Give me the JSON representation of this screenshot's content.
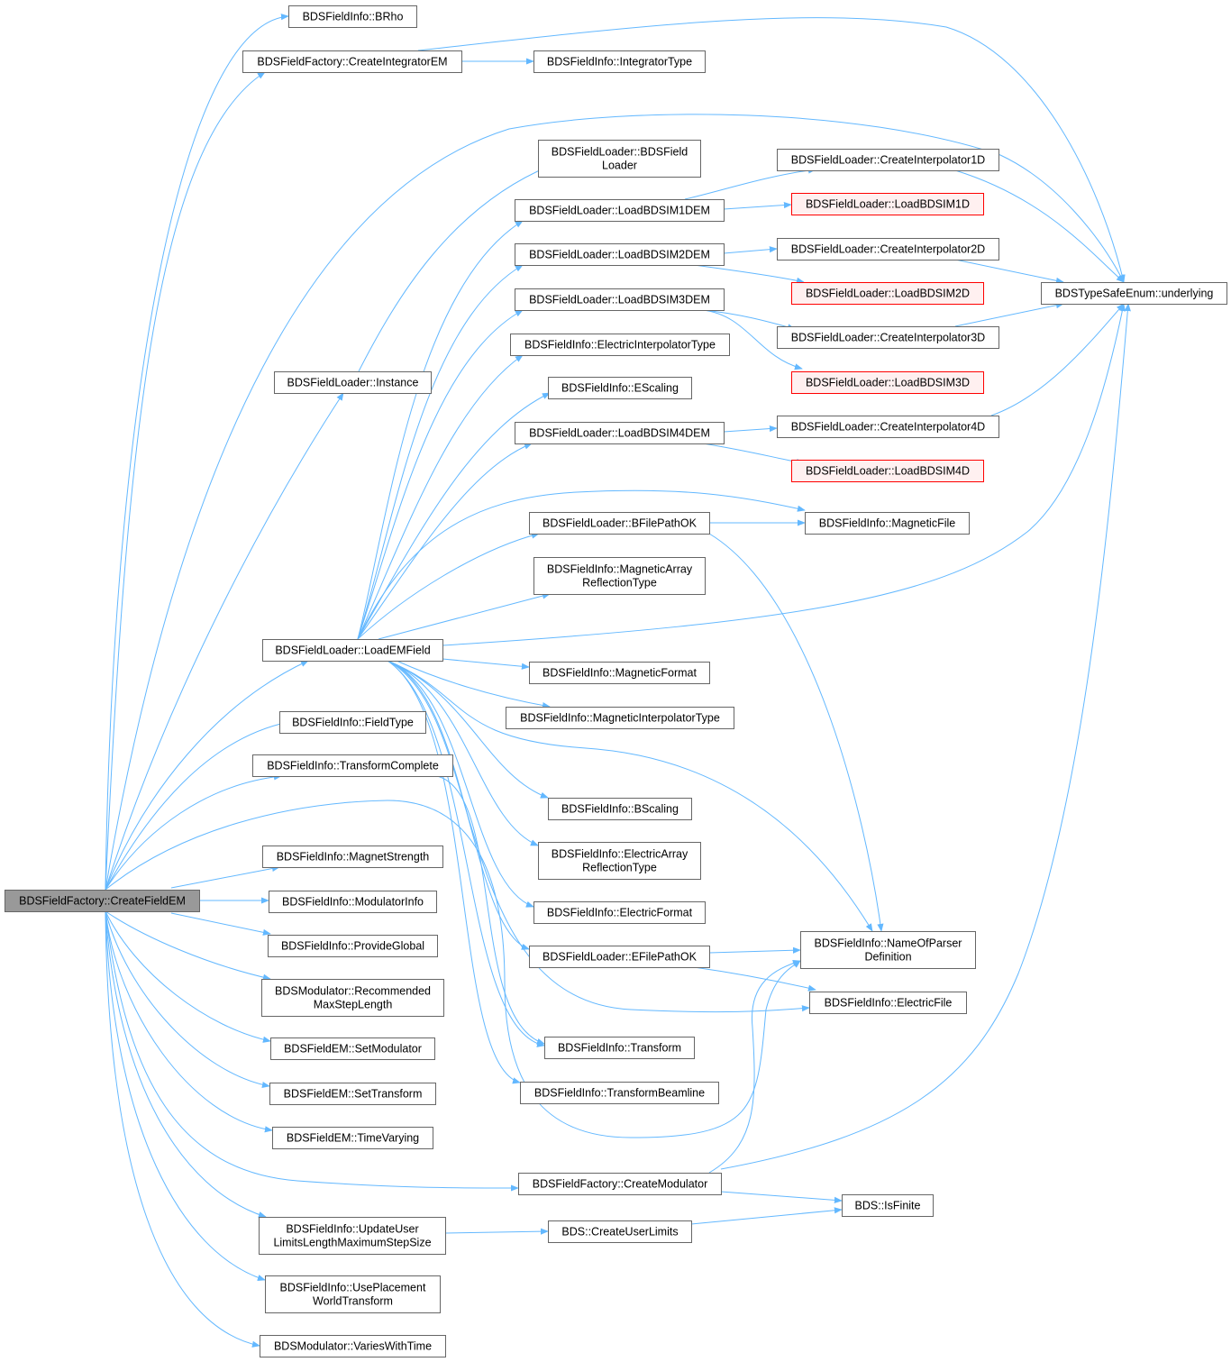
{
  "graph": {
    "colors": {
      "edge": "#63b8ff",
      "node_border": "#666666",
      "root_fill": "#999999",
      "truncated_border": "#ff0000",
      "truncated_fill": "#fff0f0"
    },
    "nodes": {
      "root": {
        "lines": [
          "BDSFieldFactory::CreateFieldEM"
        ],
        "style": "root"
      },
      "brho": {
        "lines": [
          "BDSFieldInfo::BRho"
        ],
        "style": "normal"
      },
      "createIntegratorEM": {
        "lines": [
          "BDSFieldFactory::CreateIntegratorEM"
        ],
        "style": "normal"
      },
      "integratorType": {
        "lines": [
          "BDSFieldInfo::IntegratorType"
        ],
        "style": "normal"
      },
      "bdsFieldLoaderCtor": {
        "lines": [
          "BDSFieldLoader::BDSField",
          "Loader"
        ],
        "style": "normal"
      },
      "createInterp1D": {
        "lines": [
          "BDSFieldLoader::CreateInterpolator1D"
        ],
        "style": "normal"
      },
      "loadBDSIM1DEM": {
        "lines": [
          "BDSFieldLoader::LoadBDSIM1DEM"
        ],
        "style": "normal"
      },
      "loadBDSIM1D": {
        "lines": [
          "BDSFieldLoader::LoadBDSIM1D"
        ],
        "style": "red"
      },
      "loadBDSIM2DEM": {
        "lines": [
          "BDSFieldLoader::LoadBDSIM2DEM"
        ],
        "style": "normal"
      },
      "createInterp2D": {
        "lines": [
          "BDSFieldLoader::CreateInterpolator2D"
        ],
        "style": "normal"
      },
      "underlying": {
        "lines": [
          "BDSTypeSafeEnum::underlying"
        ],
        "style": "normal"
      },
      "loadBDSIM2D": {
        "lines": [
          "BDSFieldLoader::LoadBDSIM2D"
        ],
        "style": "red"
      },
      "loadBDSIM3DEM": {
        "lines": [
          "BDSFieldLoader::LoadBDSIM3DEM"
        ],
        "style": "normal"
      },
      "createInterp3D": {
        "lines": [
          "BDSFieldLoader::CreateInterpolator3D"
        ],
        "style": "normal"
      },
      "electricInterpType": {
        "lines": [
          "BDSFieldInfo::ElectricInterpolatorType"
        ],
        "style": "normal"
      },
      "instance": {
        "lines": [
          "BDSFieldLoader::Instance"
        ],
        "style": "normal"
      },
      "escaling": {
        "lines": [
          "BDSFieldInfo::EScaling"
        ],
        "style": "normal"
      },
      "loadBDSIM3D": {
        "lines": [
          "BDSFieldLoader::LoadBDSIM3D"
        ],
        "style": "red"
      },
      "loadBDSIM4DEM": {
        "lines": [
          "BDSFieldLoader::LoadBDSIM4DEM"
        ],
        "style": "normal"
      },
      "createInterp4D": {
        "lines": [
          "BDSFieldLoader::CreateInterpolator4D"
        ],
        "style": "normal"
      },
      "loadBDSIM4D": {
        "lines": [
          "BDSFieldLoader::LoadBDSIM4D"
        ],
        "style": "red"
      },
      "bfilePathOK": {
        "lines": [
          "BDSFieldLoader::BFilePathOK"
        ],
        "style": "normal"
      },
      "magneticFile": {
        "lines": [
          "BDSFieldInfo::MagneticFile"
        ],
        "style": "normal"
      },
      "magneticArrayRefl": {
        "lines": [
          "BDSFieldInfo::MagneticArray",
          "ReflectionType"
        ],
        "style": "normal"
      },
      "loadEMField": {
        "lines": [
          "BDSFieldLoader::LoadEMField"
        ],
        "style": "normal"
      },
      "magneticFormat": {
        "lines": [
          "BDSFieldInfo::MagneticFormat"
        ],
        "style": "normal"
      },
      "magneticInterpType": {
        "lines": [
          "BDSFieldInfo::MagneticInterpolatorType"
        ],
        "style": "normal"
      },
      "fieldType": {
        "lines": [
          "BDSFieldInfo::FieldType"
        ],
        "style": "normal"
      },
      "transformComplete": {
        "lines": [
          "BDSFieldInfo::TransformComplete"
        ],
        "style": "normal"
      },
      "bscaling": {
        "lines": [
          "BDSFieldInfo::BScaling"
        ],
        "style": "normal"
      },
      "electricArrayRefl": {
        "lines": [
          "BDSFieldInfo::ElectricArray",
          "ReflectionType"
        ],
        "style": "normal"
      },
      "magnetStrength": {
        "lines": [
          "BDSFieldInfo::MagnetStrength"
        ],
        "style": "normal"
      },
      "modulatorInfo": {
        "lines": [
          "BDSFieldInfo::ModulatorInfo"
        ],
        "style": "normal"
      },
      "electricFormat": {
        "lines": [
          "BDSFieldInfo::ElectricFormat"
        ],
        "style": "normal"
      },
      "provideGlobal": {
        "lines": [
          "BDSFieldInfo::ProvideGlobal"
        ],
        "style": "normal"
      },
      "nameOfParserDef": {
        "lines": [
          "BDSFieldInfo::NameOfParser",
          "Definition"
        ],
        "style": "normal"
      },
      "efilePathOK": {
        "lines": [
          "BDSFieldLoader::EFilePathOK"
        ],
        "style": "normal"
      },
      "recommendedMaxStep": {
        "lines": [
          "BDSModulator::Recommended",
          "MaxStepLength"
        ],
        "style": "normal"
      },
      "electricFile": {
        "lines": [
          "BDSFieldInfo::ElectricFile"
        ],
        "style": "normal"
      },
      "setModulator": {
        "lines": [
          "BDSFieldEM::SetModulator"
        ],
        "style": "normal"
      },
      "transform": {
        "lines": [
          "BDSFieldInfo::Transform"
        ],
        "style": "normal"
      },
      "setTransform": {
        "lines": [
          "BDSFieldEM::SetTransform"
        ],
        "style": "normal"
      },
      "transformBeamline": {
        "lines": [
          "BDSFieldInfo::TransformBeamline"
        ],
        "style": "normal"
      },
      "timeVarying": {
        "lines": [
          "BDSFieldEM::TimeVarying"
        ],
        "style": "normal"
      },
      "createModulator": {
        "lines": [
          "BDSFieldFactory::CreateModulator"
        ],
        "style": "normal"
      },
      "isFinite": {
        "lines": [
          "BDS::IsFinite"
        ],
        "style": "normal"
      },
      "updateUserLimits": {
        "lines": [
          "BDSFieldInfo::UpdateUser",
          "LimitsLengthMaximumStepSize"
        ],
        "style": "normal"
      },
      "createUserLimits": {
        "lines": [
          "BDS::CreateUserLimits"
        ],
        "style": "normal"
      },
      "usePlacementWorld": {
        "lines": [
          "BDSFieldInfo::UsePlacement",
          "WorldTransform"
        ],
        "style": "normal"
      },
      "variesWithTime": {
        "lines": [
          "BDSModulator::VariesWithTime"
        ],
        "style": "normal"
      }
    }
  }
}
